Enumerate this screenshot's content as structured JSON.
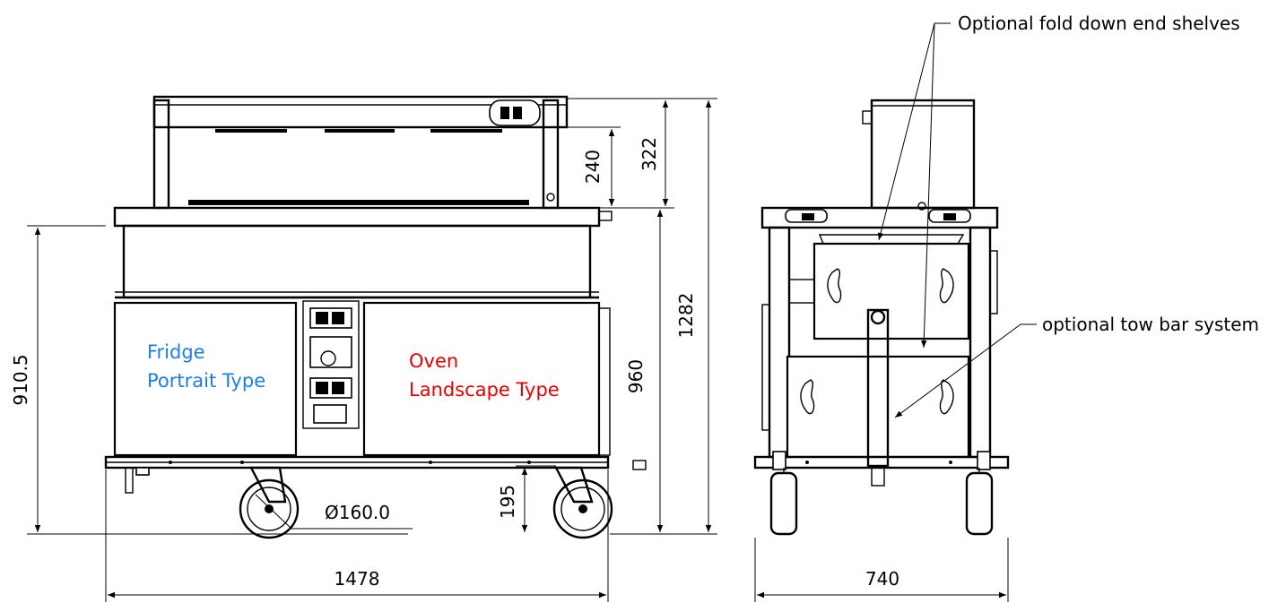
{
  "dimensions": {
    "overall_width": "1478",
    "overall_height": "1282",
    "counter_height": "960",
    "frame_height": "910.5",
    "gantry_height": "322",
    "gantry_inner_height": "240",
    "wheel_axle_height": "195",
    "wheel_diameter": "Ø160.0",
    "depth": "740"
  },
  "labels": {
    "fridge_line1": "Fridge",
    "fridge_line2": "Portrait Type",
    "oven_line1": "Oven",
    "oven_line2": "Landscape Type",
    "fold_down_shelves": "Optional fold down end shelves",
    "tow_bar": "optional tow bar system"
  },
  "colors": {
    "fridge_text": "#1a7fe6",
    "oven_text": "#e60000",
    "line": "#000000"
  }
}
